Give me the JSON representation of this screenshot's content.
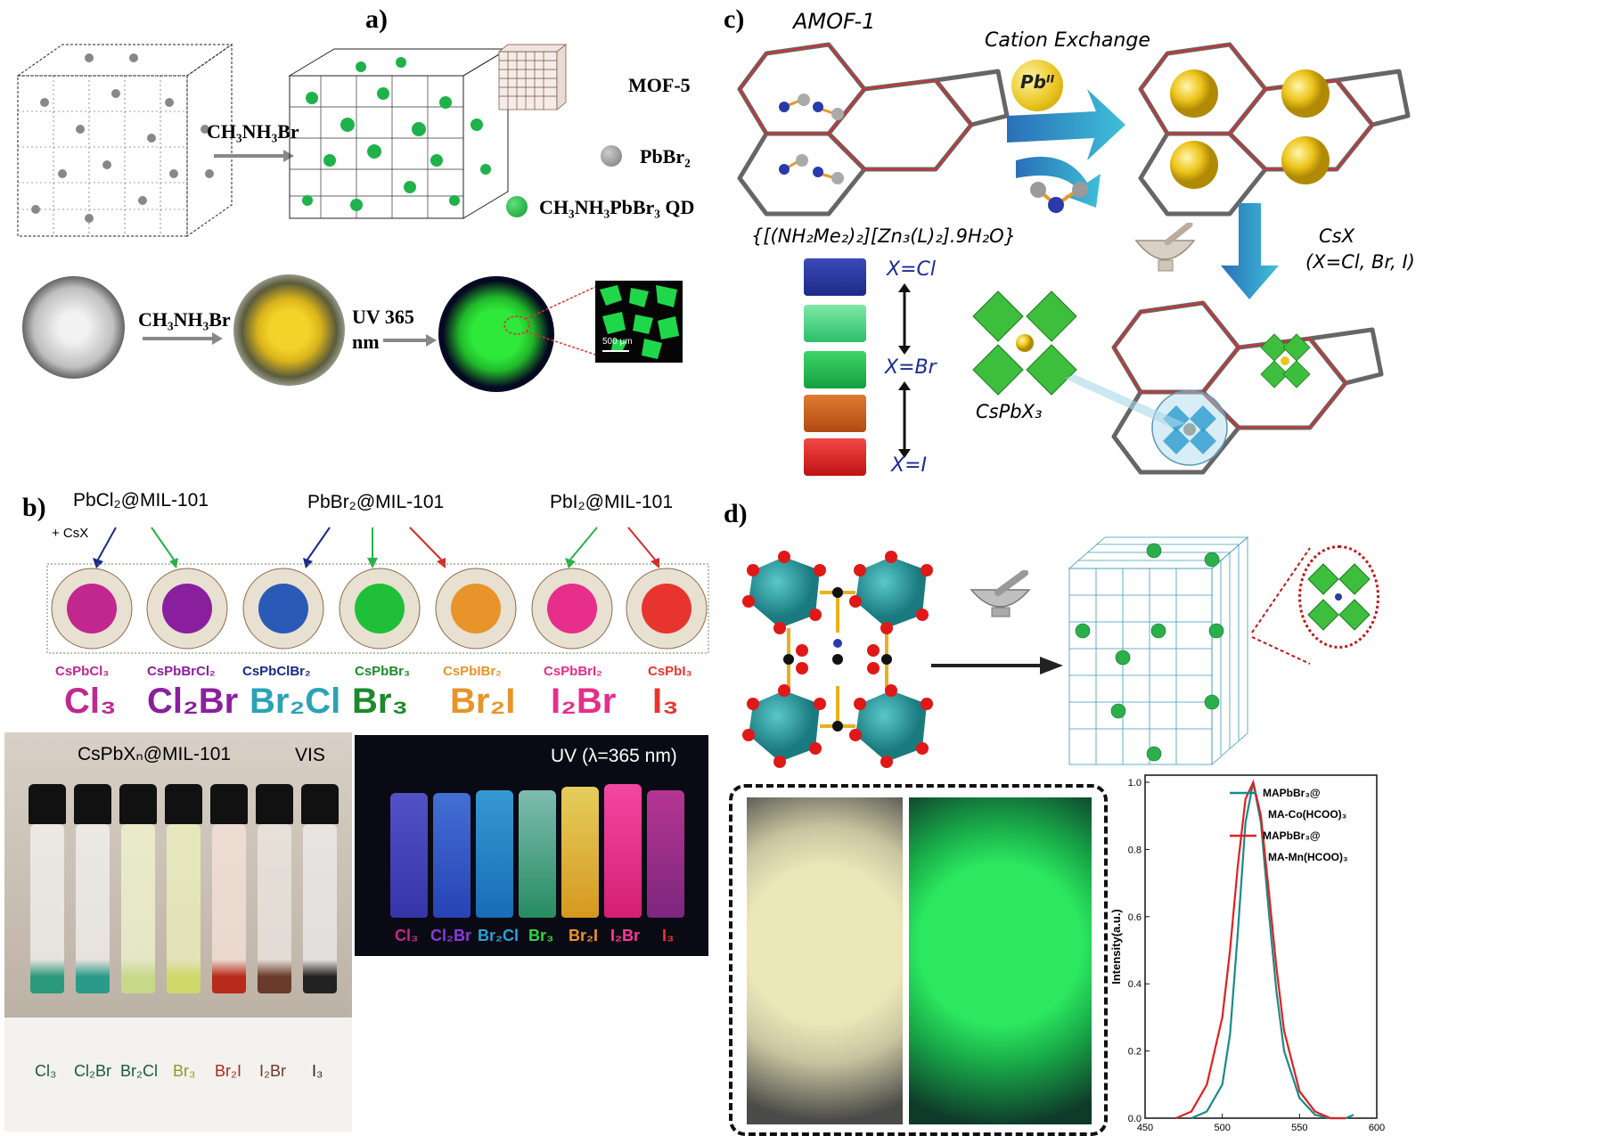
{
  "panel_a": {
    "label": "a)",
    "reagent_top": "CH₃NH₃Br",
    "legend": {
      "mof": "MOF-5",
      "pbbr2": "PbBr₂",
      "qd": "CH₃NH₃PbBr₃ QD"
    },
    "reagent_bottom": "CH₃NH₃Br",
    "uv": "UV 365",
    "uv_unit": "nm",
    "scale": "500 μm"
  },
  "panel_b": {
    "label": "b)",
    "precursors": [
      "PbCl₂@MIL-101",
      "PbBr₂@MIL-101",
      "PbI₂@MIL-101"
    ],
    "csx": "+ CsX",
    "formulas": [
      "CsPbCl₃",
      "CsPbBrCl₂",
      "CsPbClBr₂",
      "CsPbBr₃",
      "CsPbIBr₂",
      "CsPbBrI₂",
      "CsPbI₃"
    ],
    "short": [
      "Cl₃",
      "Cl₂Br",
      "Br₂Cl",
      "Br₃",
      "Br₂I",
      "I₂Br",
      "I₃"
    ],
    "colors": [
      "#c0288f",
      "#8a1f9e",
      "#2aa3b5",
      "#1b8a2a",
      "#e8942a",
      "#e62e8a",
      "#e8342f"
    ],
    "vis_title": "CsPbXₙ@MIL-101",
    "vis_tag": "VIS",
    "uv_title": "UV (λ=365 nm)",
    "vis_labels": [
      "Cl₃",
      "Cl₂Br",
      "Br₂Cl",
      "Br₃",
      "Br₂I",
      "I₂Br",
      "I₃"
    ],
    "uv_labels": [
      "Cl₃",
      "Cl₂Br",
      "Br₂Cl",
      "Br₃",
      "Br₂I",
      "I₂Br",
      "I₃"
    ]
  },
  "panel_c": {
    "label": "c)",
    "mof_name": "AMOF-1",
    "exchange": "Cation Exchange",
    "pb": "Pbᴵᴵ",
    "formula": "{[(NH₂Me₂)₂][Zn₃(L)₂].9H₂O}",
    "csx": "CsX",
    "csx_range": "(X=Cl, Br, I)",
    "x_cl": "X=Cl",
    "x_br": "X=Br",
    "x_i": "X=I",
    "perovskite": "CsPbX₃"
  },
  "panel_d": {
    "label": "d)",
    "chart": {
      "ylabel": "Intensity(a.u.)",
      "legend1_a": "MAPbBr₃@",
      "legend1_b": "MA-Co(HCOO)₃",
      "legend2_a": "MAPbBr₃@",
      "legend2_b": "MA-Mn(HCOO)₃"
    }
  },
  "chart_data": {
    "type": "line",
    "title": "",
    "xlabel": "",
    "ylabel": "Intensity(a.u.)",
    "xlim": [
      450,
      600
    ],
    "ylim": [
      0.0,
      1.0
    ],
    "xticks": [
      450,
      500,
      550,
      600
    ],
    "yticks": [
      0.0,
      0.2,
      0.4,
      0.6,
      0.8,
      1.0
    ],
    "series": [
      {
        "name": "MAPbBr₃@MA-Co(HCOO)₃",
        "color": "#1a8a8a",
        "x": [
          480,
          490,
          500,
          505,
          510,
          515,
          520,
          525,
          530,
          535,
          540,
          550,
          560,
          570,
          580,
          585
        ],
        "y": [
          0.0,
          0.02,
          0.1,
          0.25,
          0.55,
          0.88,
          1.0,
          0.88,
          0.62,
          0.38,
          0.2,
          0.06,
          0.01,
          0.0,
          0.0,
          0.01
        ]
      },
      {
        "name": "MAPbBr₃@MA-Mn(HCOO)₃",
        "color": "#e02020",
        "x": [
          470,
          480,
          490,
          500,
          505,
          510,
          515,
          520,
          525,
          530,
          535,
          540,
          550,
          560,
          570,
          580
        ],
        "y": [
          0.0,
          0.02,
          0.1,
          0.3,
          0.5,
          0.75,
          0.95,
          1.0,
          0.9,
          0.68,
          0.45,
          0.26,
          0.08,
          0.02,
          0.0,
          0.0
        ]
      }
    ]
  }
}
